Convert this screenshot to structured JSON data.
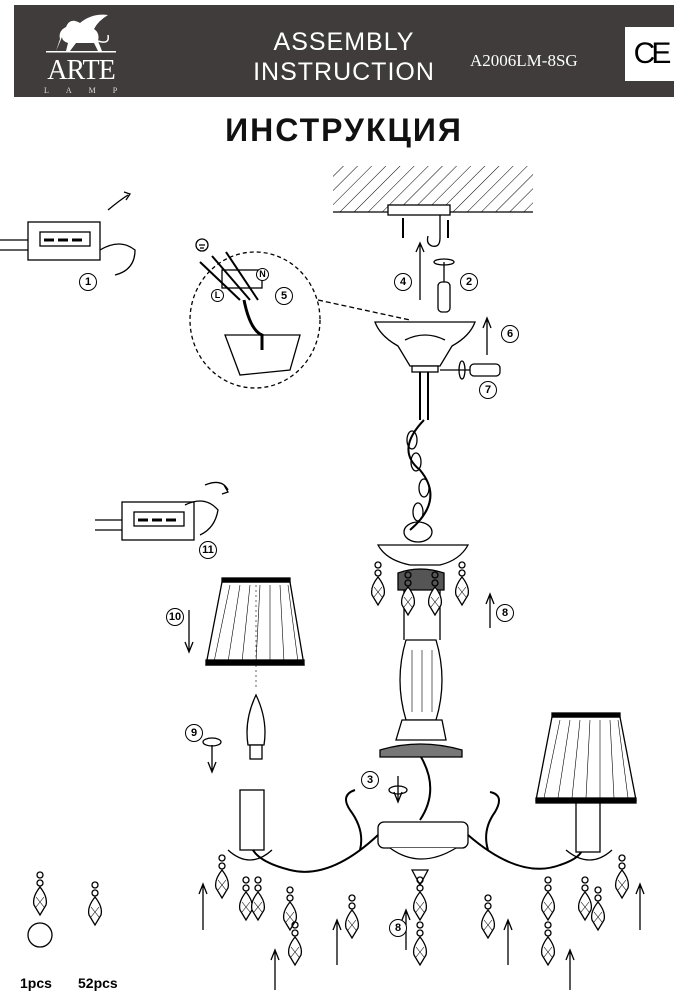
{
  "header": {
    "brand": "ARTE",
    "brand_sub": "LAMP",
    "title_line1": "ASSEMBLY",
    "title_line2": "INSTRUCTION",
    "model": "A2006LM-8SG",
    "certification": "CE"
  },
  "page_title": "ИНСТРУКЦИЯ",
  "steps": [
    "1",
    "2",
    "3",
    "4",
    "5",
    "6",
    "7",
    "8",
    "8",
    "9",
    "10",
    "11"
  ],
  "wire_labels": {
    "live": "L",
    "neutral": "N"
  },
  "parts": [
    {
      "quantity": "1pcs"
    },
    {
      "quantity": "52pcs"
    }
  ],
  "colors": {
    "header_bg": "#3f3c3b"
  }
}
